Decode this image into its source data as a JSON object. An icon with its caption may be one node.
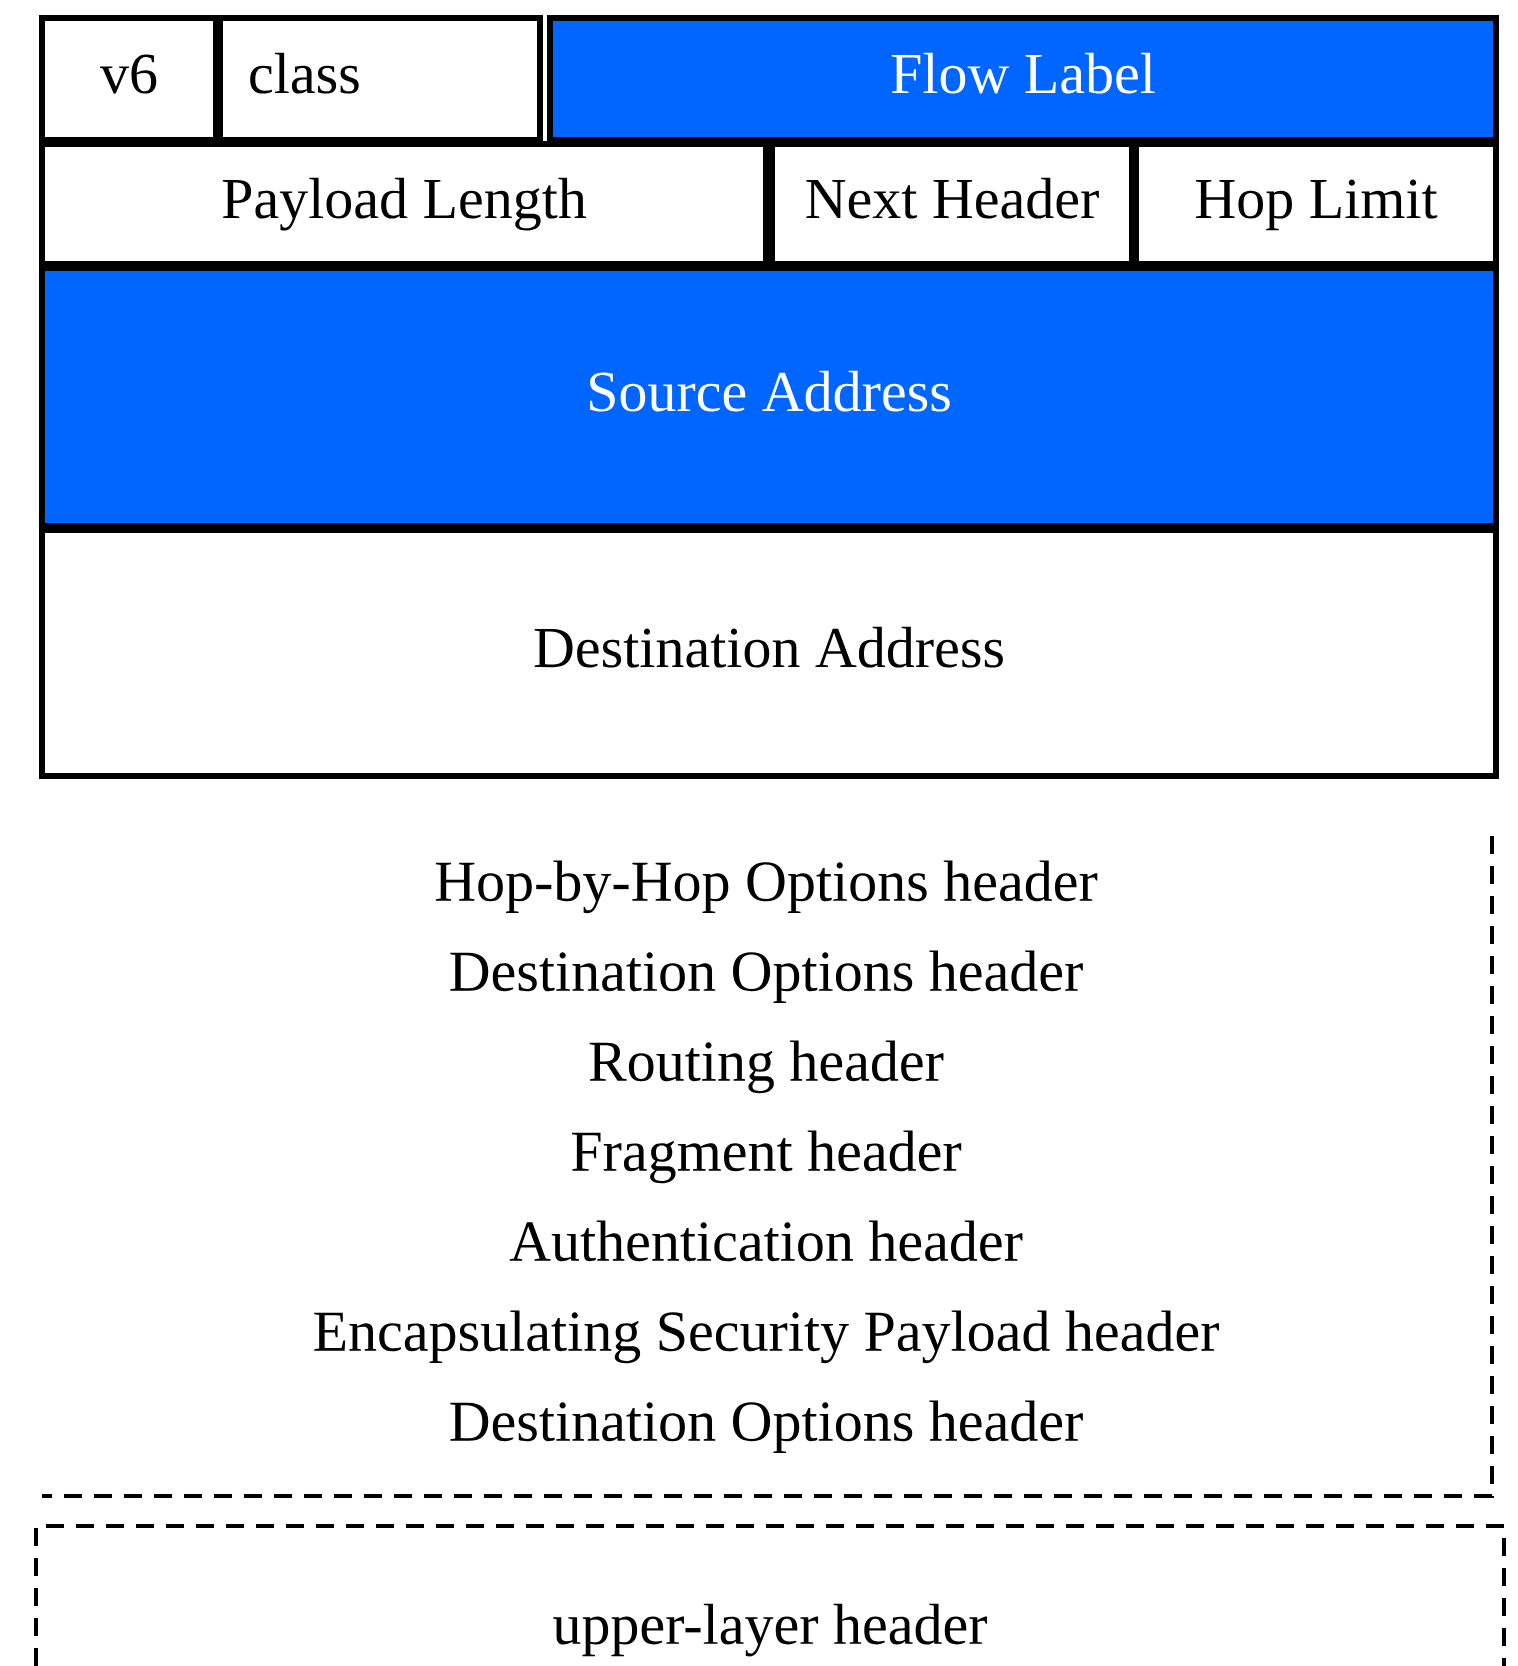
{
  "diagram": {
    "nodes": [
      {
        "text": [
          "v6"
        ]
      },
      {
        "text": [
          "class"
        ]
      },
      {
        "text": [
          "Flow Label"
        ]
      },
      {
        "text": [
          "Payload Length"
        ]
      },
      {
        "text": [
          "Next Header"
        ]
      },
      {
        "text": [
          "Hop Limit"
        ]
      },
      {
        "text": [
          "Source Address"
        ]
      },
      {
        "text": [
          "Destination Address"
        ]
      },
      {
        "text": [
          "Hop-by-Hop Options header",
          "Destination Options header",
          "Routing header",
          "Fragment header",
          "Authentication header",
          "Encapsulating Security Payload header",
          "Destination Options header"
        ]
      },
      {
        "text": [
          "upper-layer header"
        ]
      }
    ]
  }
}
